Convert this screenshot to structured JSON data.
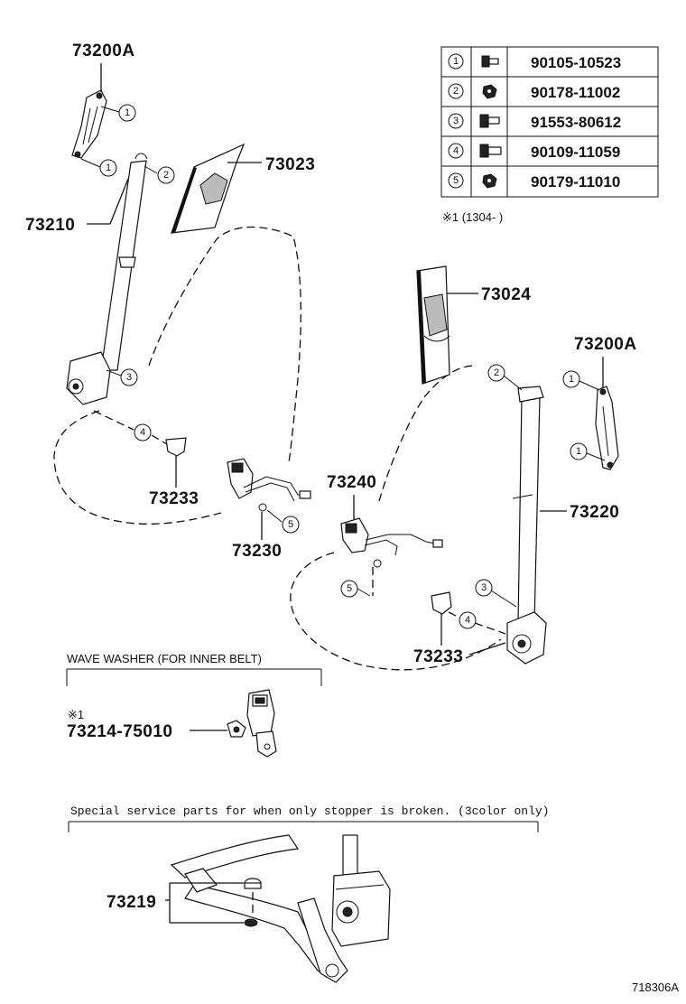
{
  "labels": {
    "p73200a_left": "73200A",
    "p73200a_right": "73200A",
    "p73023": "73023",
    "p73210": "73210",
    "p73024": "73024",
    "p73233_left": "73233",
    "p73233_right": "73233",
    "p73230": "73230",
    "p73240": "73240",
    "p73220": "73220",
    "p73214": "73214-75010",
    "p73219": "73219"
  },
  "table": {
    "rows": [
      {
        "num": "1",
        "part": "90105-10523"
      },
      {
        "num": "2",
        "part": "90178-11002"
      },
      {
        "num": "3",
        "part": "91553-80612"
      },
      {
        "num": "4",
        "part": "90109-11059"
      },
      {
        "num": "5",
        "part": "90179-11010"
      }
    ]
  },
  "note_date": "※1 (1304-       )",
  "note_mark": "※1",
  "wave_washer": "WAVE WASHER (FOR INNER BELT)",
  "special_note": "Special service parts for when only stopper is broken. (3color only)",
  "diagram_code": "718306A",
  "callouts": {
    "c1": "1",
    "c2": "2",
    "c3": "3",
    "c4": "4",
    "c5": "5"
  }
}
